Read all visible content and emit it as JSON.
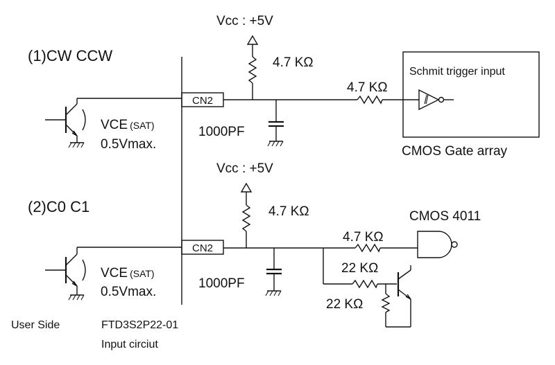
{
  "section1": {
    "title": "(1)CW  CCW",
    "vcc": "Vcc : +5V",
    "r_pullup": "4.7 KΩ",
    "r_series": "4.7 KΩ",
    "connector": "CN2",
    "capacitor": "1000PF",
    "vce_prefix": "VCE",
    "vce_sat": "(SAT)",
    "vce_max": "0.5Vmax.",
    "gate_label": "Schmit trigger input",
    "chip_label": "CMOS  Gate array"
  },
  "section2": {
    "title": "(2)C0  C1",
    "vcc": "Vcc : +5V",
    "r_pullup": "4.7 KΩ",
    "r_series": "4.7 KΩ",
    "connector": "CN2",
    "capacitor": "1000PF",
    "vce_prefix": "VCE",
    "vce_sat": "(SAT)",
    "vce_max": "0.5Vmax.",
    "chip_label": "CMOS 4011",
    "r_base1": "22 KΩ",
    "r_base2": "22 KΩ"
  },
  "footer": {
    "user_side": "User Side",
    "board": "FTD3S2P22-01",
    "circuit": "Input circiut"
  }
}
